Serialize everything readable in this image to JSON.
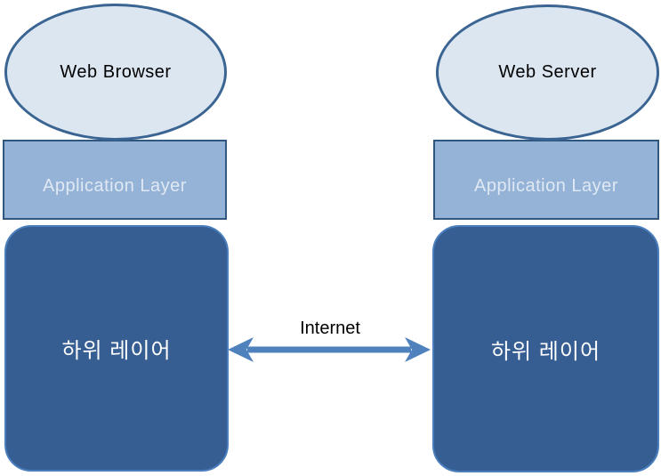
{
  "diagram": {
    "connector_label": "Internet",
    "left": {
      "node_label": "Web Browser",
      "app_layer_label": "Application Layer",
      "lower_layer_label": "하위 레이어"
    },
    "right": {
      "node_label": "Web Server",
      "app_layer_label": "Application Layer",
      "lower_layer_label": "하위 레이어"
    },
    "colors": {
      "node_fill": "#dce6f1",
      "node_border": "#3a6492",
      "app_fill": "#95b3d7",
      "app_border": "#2f5780",
      "app_text": "#dfe8f3",
      "lower_fill": "#365e92",
      "lower_border": "#4a7ebc",
      "lower_text": "#ffffff",
      "arrow": "#4f81bd",
      "connector_text": "#000000"
    }
  }
}
